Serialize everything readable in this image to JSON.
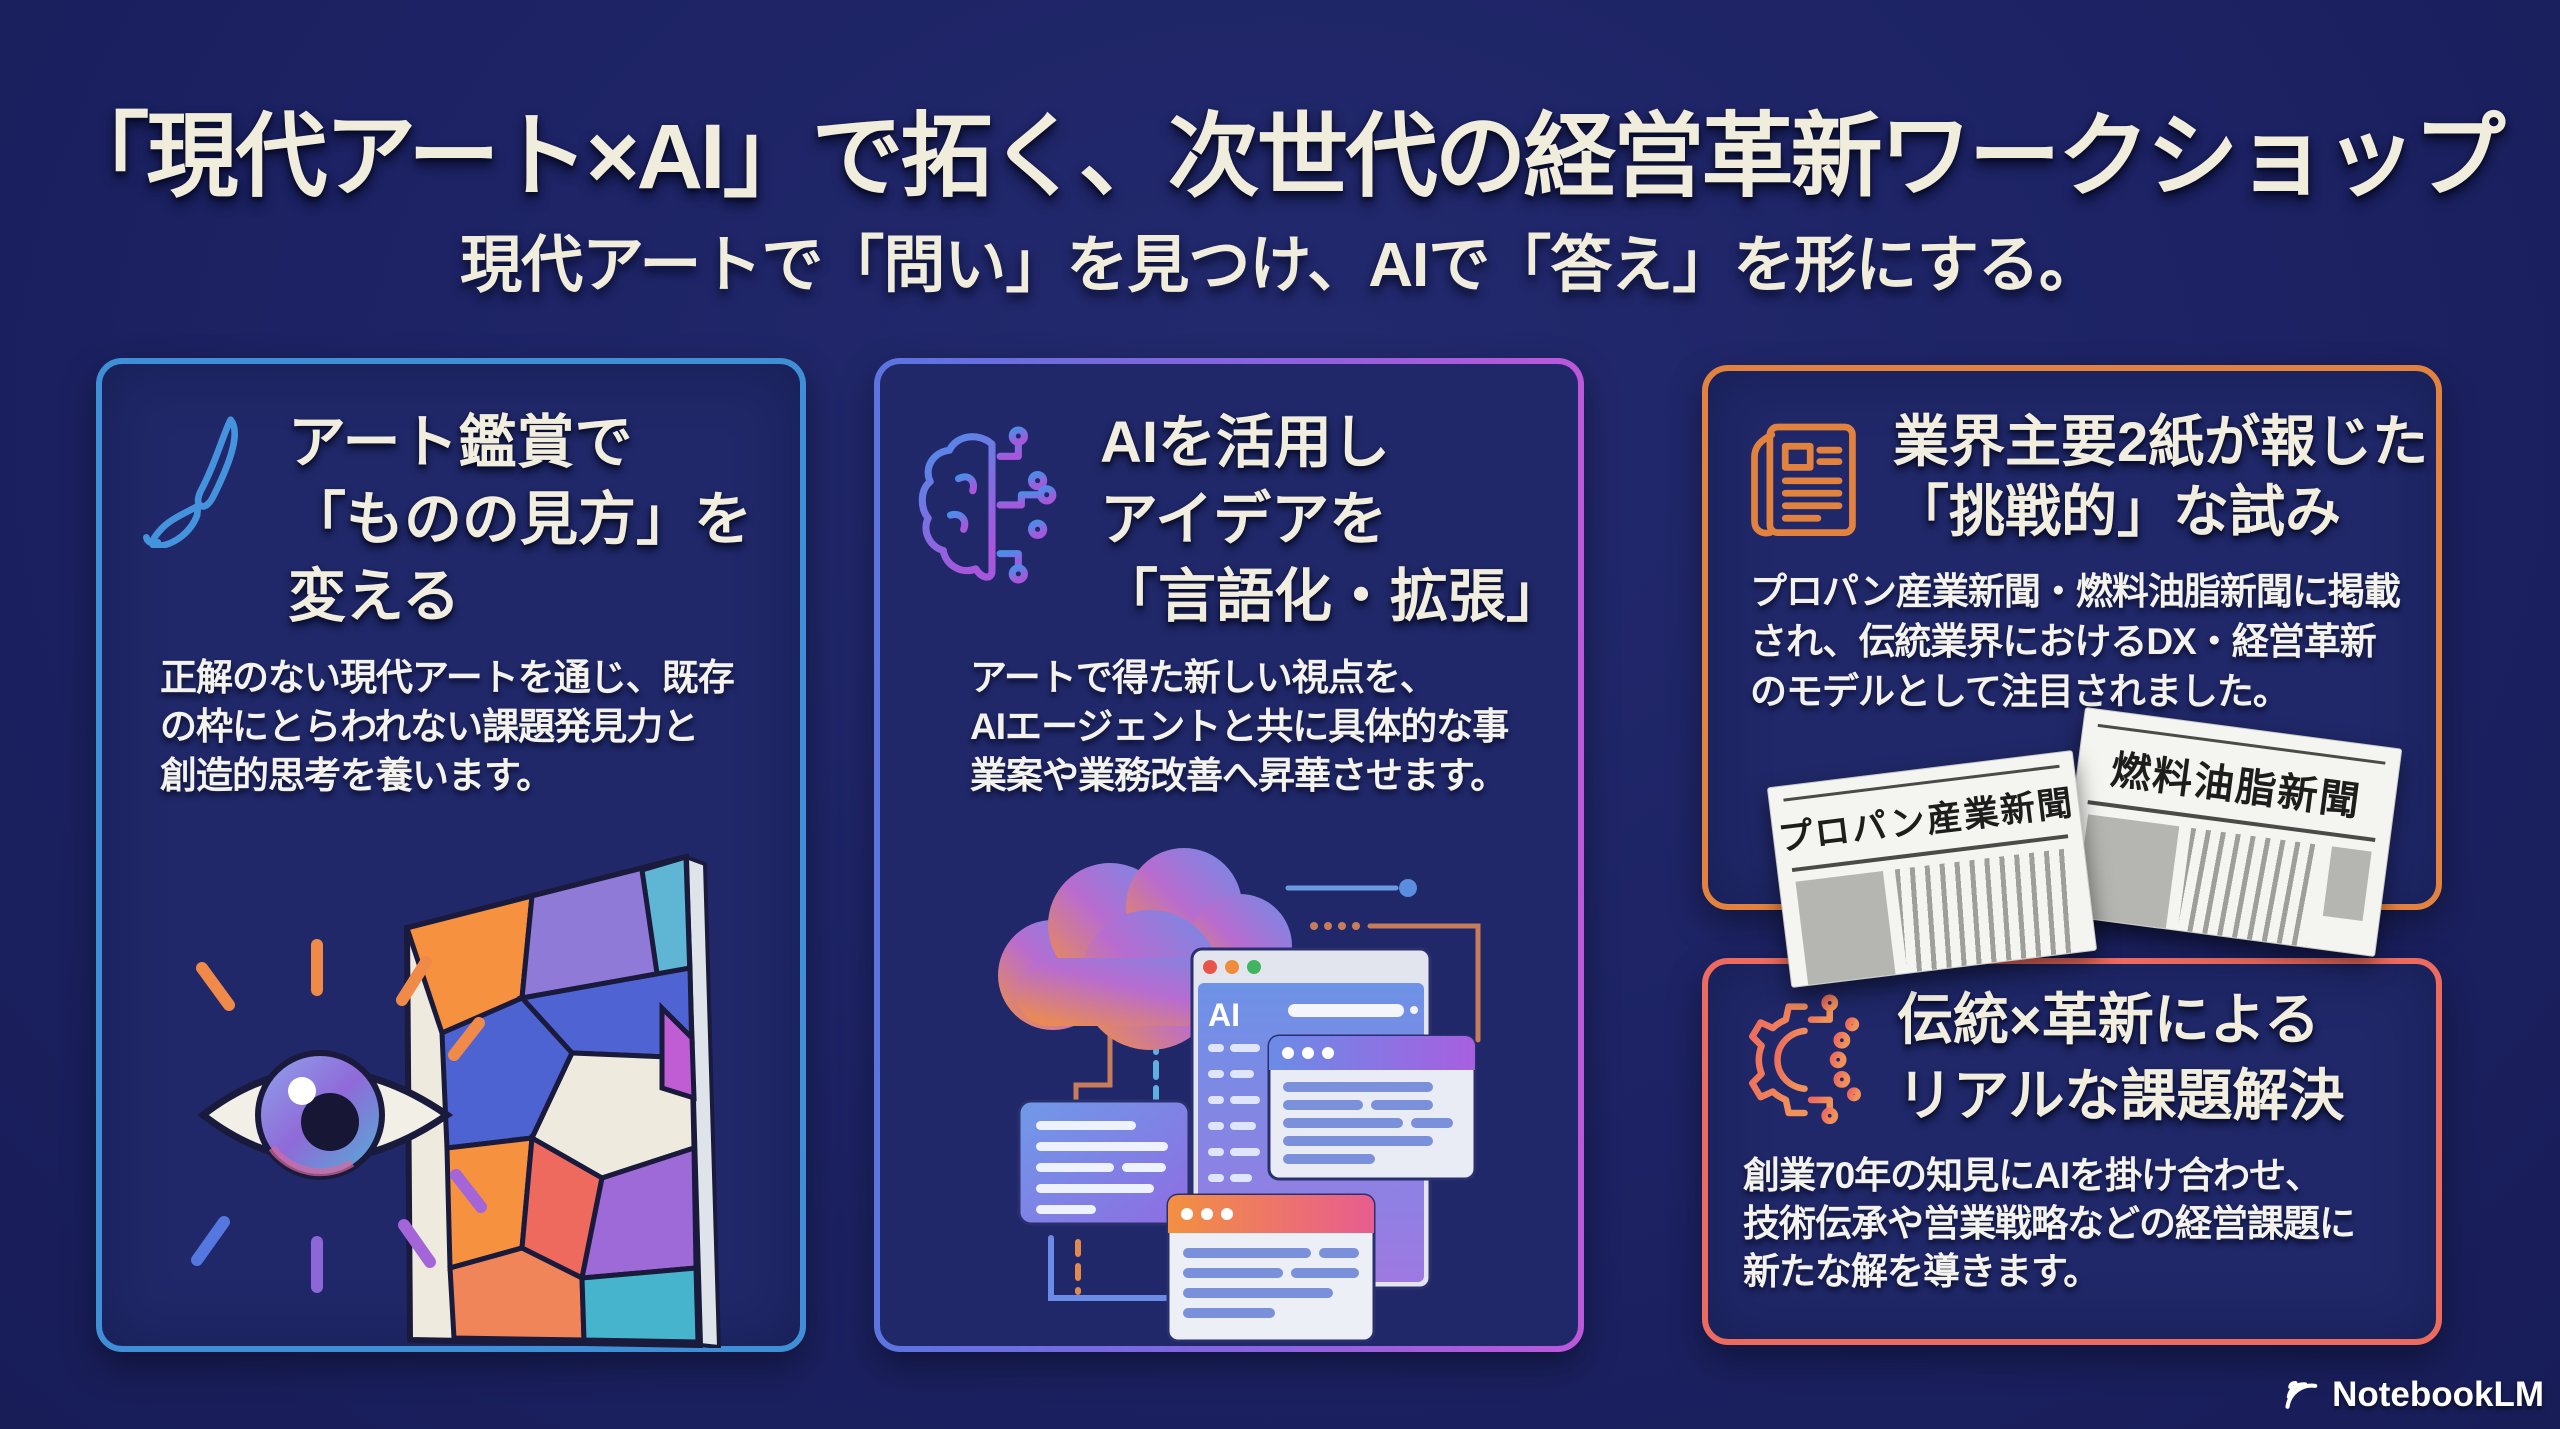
{
  "page": {
    "title": "「現代アート×AI」で拓く、次世代の経営革新ワークショップ",
    "subtitle": "現代アートで「問い」を見つけ、AIで「答え」を形にする。"
  },
  "cards": {
    "art": {
      "icon": "paintbrush-icon",
      "accent_color": "#3e8fd6",
      "title_lines": [
        "アート鑑賞で",
        "「ものの見方」を",
        "変える"
      ],
      "body_lines": [
        "正解のない現代アートを通じ、既存",
        "の枠にとらわれない課題発見力と",
        "創造的思考を養います。"
      ]
    },
    "ai": {
      "icon": "brain-circuit-icon",
      "accent_colors": [
        "#5b74e0",
        "#bc58da"
      ],
      "title_lines": [
        "AIを活用し",
        "アイデアを",
        "「言語化・拡張」"
      ],
      "body_lines": [
        "アートで得た新しい視点を、",
        "AIエージェントと共に具体的な事",
        "業案や業務改善へ昇華させます。"
      ],
      "window_label": "AI"
    },
    "press": {
      "icon": "newspaper-icon",
      "accent_color": "#e2823f",
      "title_lines": [
        "業界主要2紙が報じた",
        "「挑戦的」な試み"
      ],
      "body_lines": [
        "プロパン産業新聞・燃料油脂新聞に掲載",
        "され、伝統業界におけるDX・経営革新",
        "のモデルとして注目されました。"
      ],
      "newspapers": [
        "プロパン産業新聞",
        "燃料油脂新聞"
      ]
    },
    "legacy": {
      "icon": "gear-circuit-icon",
      "accent_color": "#ec6a5e",
      "title_lines": [
        "伝統×革新による",
        "リアルな課題解決"
      ],
      "body_lines": [
        "創業70年の知見にAIを掛け合わせ、",
        "技術伝承や営業戦略などの経営課題に",
        "新たな解を導きます。"
      ]
    }
  },
  "footer": {
    "brand": "NotebookLM"
  },
  "colors": {
    "background": "#1c2263",
    "card_fill": "#202869",
    "title_text": "#f1eddc",
    "body_text": "#f3f2ec"
  }
}
